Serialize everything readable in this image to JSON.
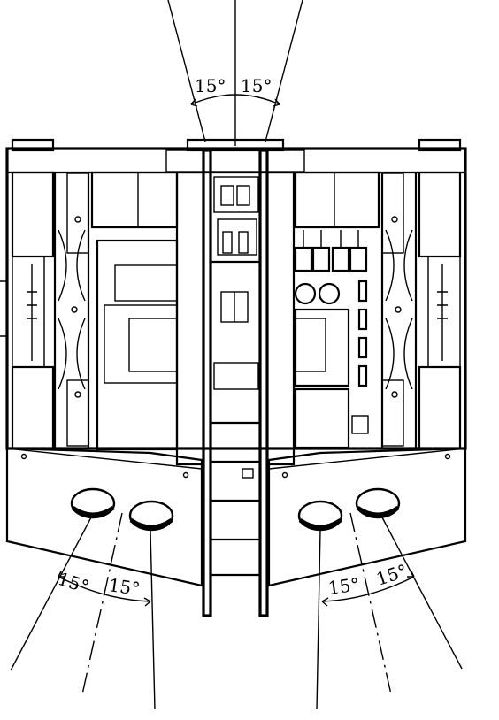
{
  "angle_labels": {
    "top_left": "15°",
    "top_right": "15°",
    "bottom_left_outer": "15°",
    "bottom_left_inner": "15°",
    "bottom_right_inner": "15°",
    "bottom_right_outer": "15°"
  }
}
